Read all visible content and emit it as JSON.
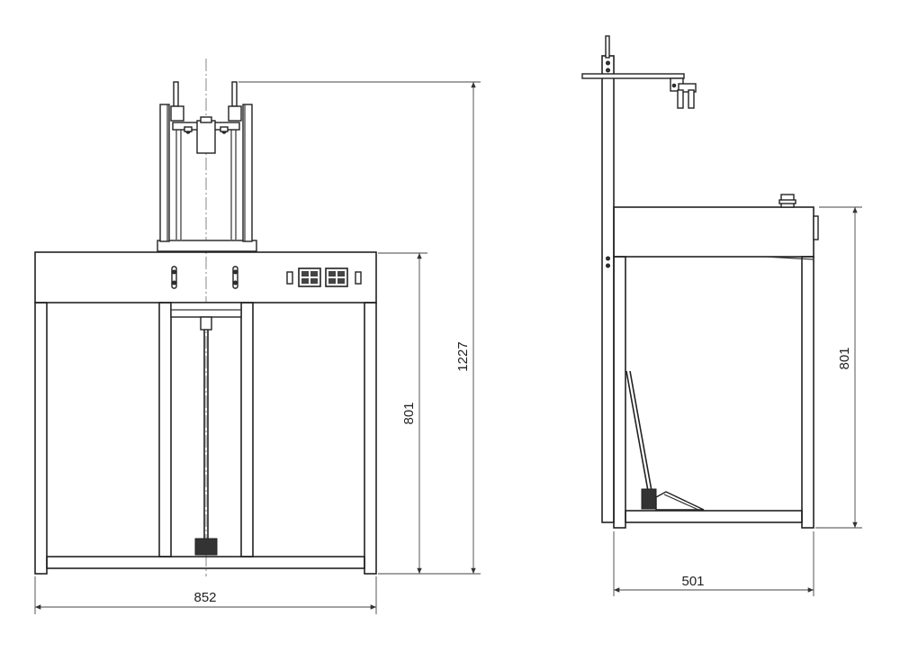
{
  "front_view": {
    "dim_width": "852",
    "dim_table_height": "801",
    "dim_total_height": "1227"
  },
  "side_view": {
    "dim_depth": "501",
    "dim_table_height": "801"
  }
}
